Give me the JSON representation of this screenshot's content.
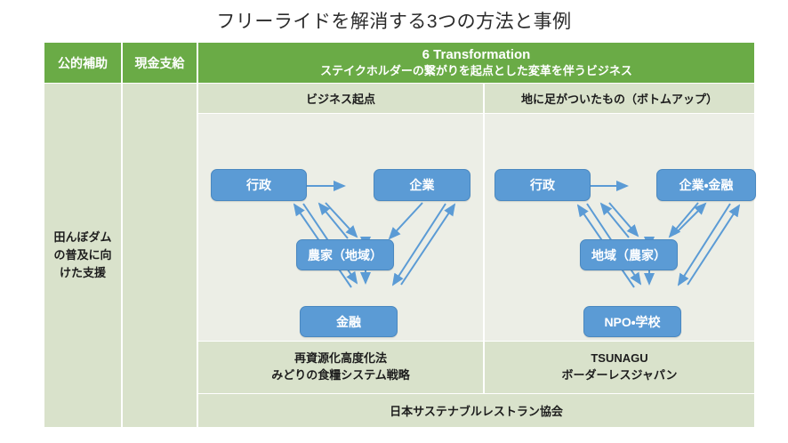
{
  "slide": {
    "title": "フリーライドを解消する3つの方法と事例"
  },
  "colors": {
    "header_green": "#6aab46",
    "cell_green": "#d9e2cb",
    "pane_bg": "#eceee6",
    "node_blue": "#5b9bd5",
    "arrow_blue": "#5b9bd5",
    "title_text": "#2b2b2b"
  },
  "table": {
    "header": {
      "col1": "公的補助",
      "col2": "現金支給",
      "col3_line1": "6 Transformation",
      "col3_line2": "ステイクホルダーの繋がりを起点とした変革を伴うビジネス"
    },
    "left_cell": "田んぼダムの普及に向けた支援",
    "left_cell2": "",
    "subheader": {
      "left": "ビジネス起点",
      "right": "地に足がついたもの（ボトムアップ）"
    },
    "footer": {
      "left_line1": "再資源化高度化法",
      "left_line2": "みどりの食糧システム戦略",
      "right_line1": "TSUNAGU",
      "right_line2": "ボーダーレスジャパン",
      "span": "日本サステナブルレストラン協会"
    }
  },
  "diagram_left": {
    "nodes": [
      {
        "id": "gyousei",
        "label": "行政"
      },
      {
        "id": "kigyou",
        "label": "企業"
      },
      {
        "id": "nouka",
        "label": "農家（地域）"
      },
      {
        "id": "kinyuu",
        "label": "金融"
      }
    ]
  },
  "diagram_right": {
    "nodes": [
      {
        "id": "gyousei-r",
        "label": "行政"
      },
      {
        "id": "kigyou-r",
        "label": "企業・金融"
      },
      {
        "id": "chiiki",
        "label": "地域（農家）"
      },
      {
        "id": "npo",
        "label": "NPO・学校"
      }
    ]
  }
}
